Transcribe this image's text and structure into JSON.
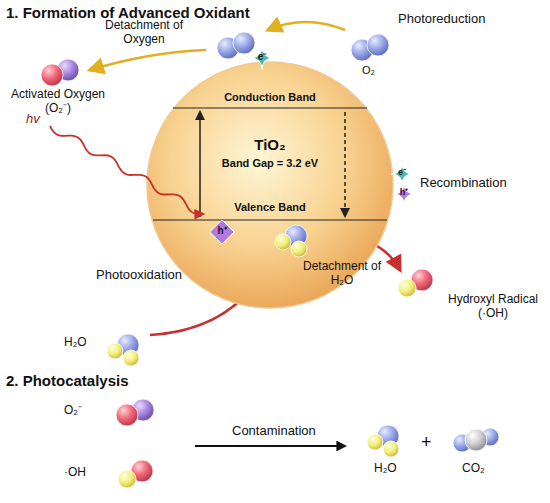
{
  "diagram": {
    "nodes": [
      {
        "text": [
          "Conduction Band",
          "TiO₂",
          "Band Gap = 3.2 eV",
          "Valence Band"
        ]
      }
    ],
    "labels": [
      "1. Formation of Advanced Oxidant",
      "Detachment of Oxygen",
      "Photoreduction",
      "O₂",
      "e⁻",
      "Activated Oxygen (O₂⁻)",
      "hv",
      "e⁻",
      "h⁺",
      "Recombination",
      "h⁺",
      "Photooxidation",
      "Detachment of H₂O",
      "Hydroxyl Radical (·OH)",
      "H₂O",
      "2. Photocatalysis",
      "O₂⁻",
      "·OH",
      "Contamination",
      "H₂O",
      "+",
      "CO₂"
    ]
  }
}
